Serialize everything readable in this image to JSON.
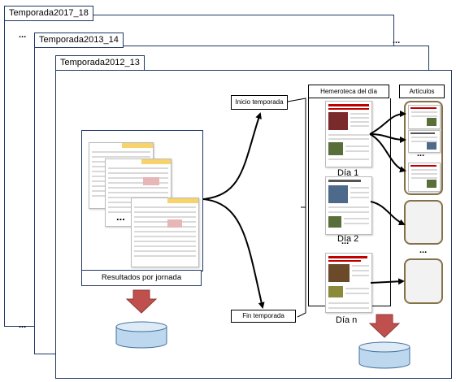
{
  "seasons": {
    "outer": "Temporada2017_18",
    "middle": "Temporada2013_14",
    "inner": "Temporada2012_13"
  },
  "ellipsis": "...",
  "results_label": "Resultados por jornada",
  "start_season": "Inicio temporada",
  "end_season": "Fin temporada",
  "newspaper_archive": "Hemeroteca del día",
  "articles": "Artículos",
  "days": [
    "Día 1",
    "Día 2",
    "Día n"
  ],
  "colors": {
    "frame": "#1f3864",
    "arrow_red": "#c0504d",
    "db_blue": "#bdd7ee",
    "article_border": "#847148",
    "highlight": "#f6d36b"
  }
}
